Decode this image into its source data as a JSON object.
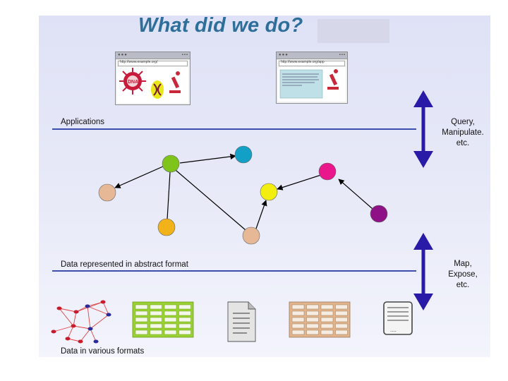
{
  "title": "What did we do?",
  "labels": {
    "applications": "Applications",
    "abstract": "Data represented in abstract format",
    "various": "Data in various formats"
  },
  "right_labels": {
    "top": [
      "Query,",
      "Manipulate.",
      "etc."
    ],
    "bottom": [
      "Map,",
      "Expose,",
      "etc."
    ]
  },
  "browser_windows": [
    {
      "address": "http://www.example.org/"
    },
    {
      "address": "http://www.example.org/app"
    }
  ],
  "colors": {
    "accent_blue": "#2d6f9a",
    "rule": "#3c4fae",
    "arrow": "#2a1aa8",
    "node_green": "#7fc41a",
    "node_cyan": "#12a0c6",
    "node_peach": "#e6b896",
    "node_orange": "#f2b21a",
    "node_yellow": "#f2ee10",
    "node_magenta": "#ea168c",
    "node_purple": "#8e1286",
    "table_green": "#9bd233",
    "table_tan": "#e2b48e"
  },
  "icons": [
    "graph-icon",
    "green-table-icon",
    "document-icon",
    "tan-table-icon",
    "database-icon",
    "dna-icon",
    "microscope-icon"
  ]
}
